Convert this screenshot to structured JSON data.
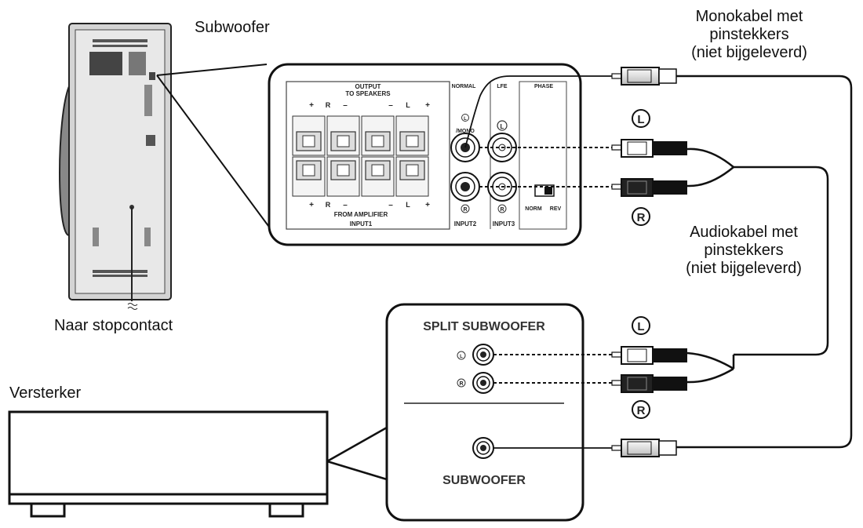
{
  "labels": {
    "subwoofer": "Subwoofer",
    "mono_cable": [
      "Monokabel met",
      "pinstekkers",
      "(niet bijgeleverd)"
    ],
    "audio_cable": [
      "Audiokabel met",
      "pinstekkers",
      "(niet bijgeleverd)"
    ],
    "power": "Naar stopcontact",
    "amplifier": "Versterker"
  },
  "panel": {
    "output_speakers": [
      "OUTPUT",
      "TO SPEAKERS"
    ],
    "polarity_top": [
      "+",
      "R",
      "–",
      "–",
      "L",
      "+"
    ],
    "polarity_bottom": [
      "+",
      "R",
      "–",
      "–",
      "L",
      "+"
    ],
    "from_amplifier": "FROM AMPLIFIER",
    "input1": "INPUT1",
    "normal": "NORMAL",
    "lfe": "LFE",
    "phase": "PHASE",
    "l_mono": "/MONO",
    "input2": "INPUT2",
    "input3": "INPUT3",
    "norm": "NORM",
    "rev": "REV"
  },
  "amp_panel": {
    "split": "SPLIT SUBWOOFER",
    "sub": "SUBWOOFER"
  },
  "channel_marks": {
    "left": "L",
    "right": "R"
  }
}
